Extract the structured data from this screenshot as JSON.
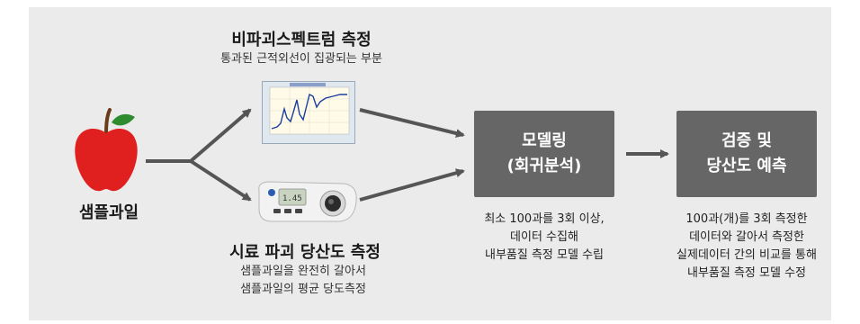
{
  "sample": {
    "label": "샘플과일"
  },
  "spectrum": {
    "title": "비파괴스펙트럼 측정",
    "subtitle": "통과된 근적외선이 집광되는 부분"
  },
  "destructive": {
    "title": "시료 파괴 당산도 측정",
    "lines": [
      "샘플과일을 완전히 갈아서",
      "샘플과일의 평균 당도측정"
    ]
  },
  "modeling": {
    "lines": [
      "모델링",
      "(회귀분석)"
    ],
    "desc": [
      "최소 100과를 3회 이상,",
      "데이터 수집해",
      "내부품질 측정 모델 수립"
    ]
  },
  "verify": {
    "lines": [
      "검증 및",
      "당산도 예측"
    ],
    "desc": [
      "100과(개)를 3회 측정한",
      "데이터와 갈아서 측정한",
      "실제데이터 간의 비교를 통해",
      "내부품질 측정 모델 수정"
    ]
  },
  "colors": {
    "panel": "#ebebeb",
    "box": "#666666",
    "arrow": "#555555",
    "apple": "#e01f1f"
  }
}
